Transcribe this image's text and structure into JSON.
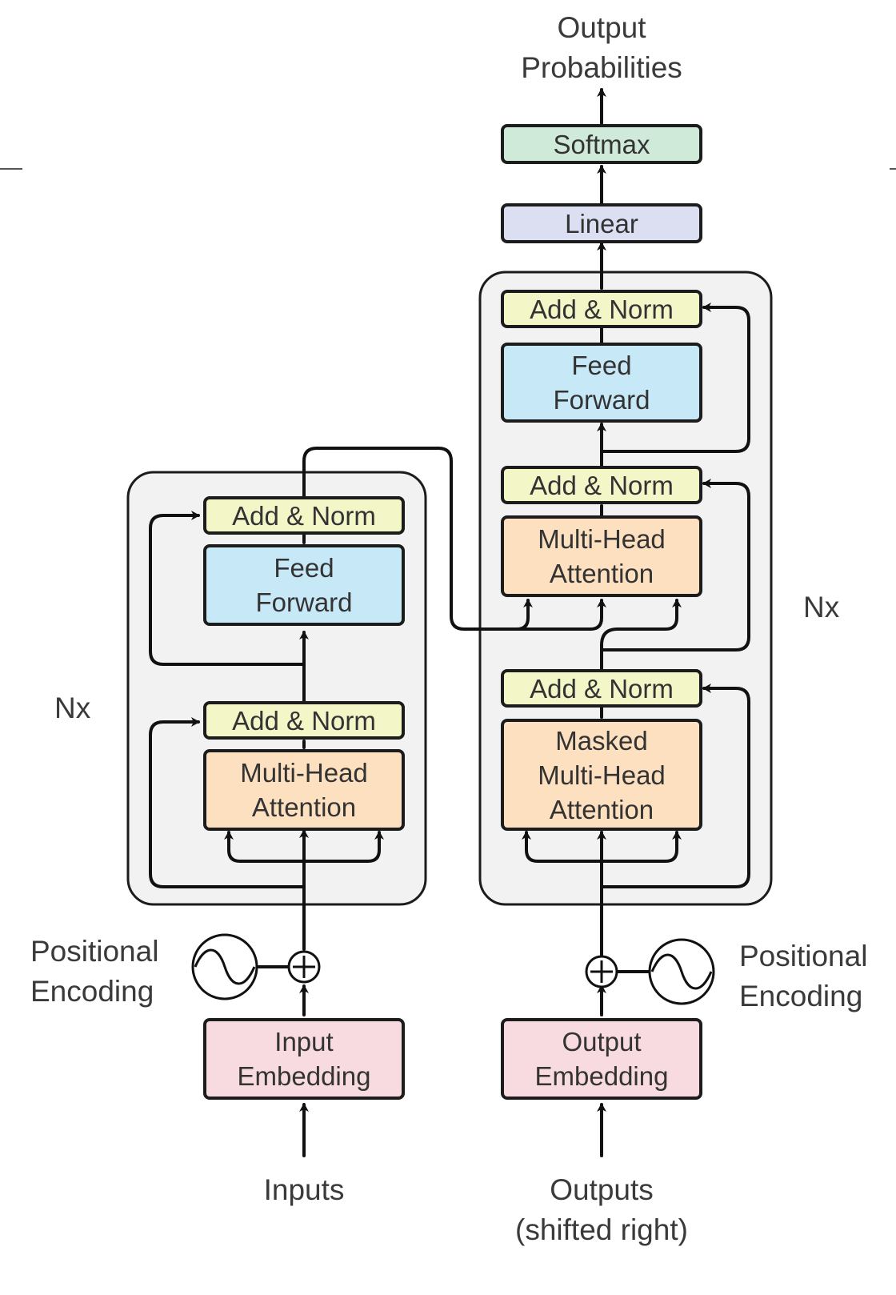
{
  "output_title": "Output\nProbabilities",
  "softmax": "Softmax",
  "linear": "Linear",
  "encoder": {
    "repeat": "Nx",
    "add_norm_top": "Add & Norm",
    "feed_forward": "Feed\nForward",
    "add_norm_bottom": "Add & Norm",
    "attention": "Multi-Head\nAttention"
  },
  "decoder": {
    "repeat": "Nx",
    "add_norm_top": "Add & Norm",
    "feed_forward": "Feed\nForward",
    "add_norm_mid": "Add & Norm",
    "attention": "Multi-Head\nAttention",
    "add_norm_bottom": "Add & Norm",
    "masked_attention": "Masked\nMulti-Head\nAttention"
  },
  "pos_enc_left": "Positional\nEncoding",
  "pos_enc_right": "Positional\nEncoding",
  "input_embedding": "Input\nEmbedding",
  "output_embedding": "Output\nEmbedding",
  "inputs": "Inputs",
  "outputs": "Outputs\n(shifted right)",
  "colors": {
    "add_norm": "#f3f7c8",
    "feed_forward": "#c7e8f6",
    "attention": "#fde0bf",
    "embedding": "#f8dbe0",
    "linear": "#dcdff1",
    "softmax": "#cfead8",
    "block_bg": "#f2f2f2"
  }
}
